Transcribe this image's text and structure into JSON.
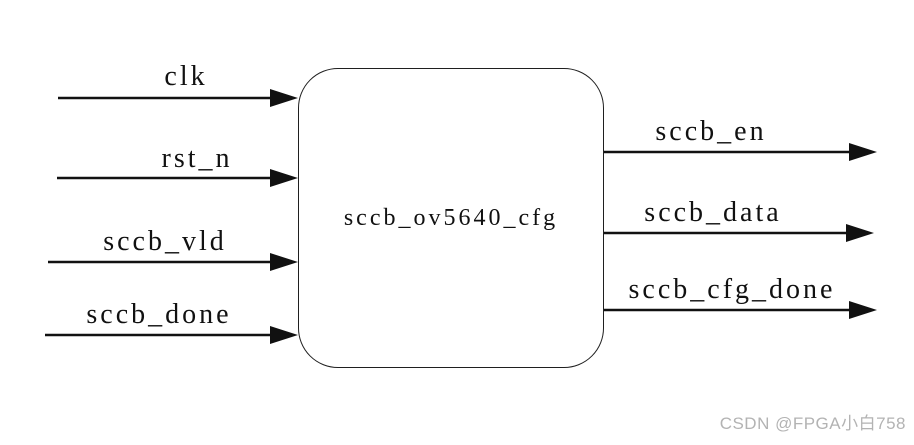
{
  "diagram": {
    "module": {
      "name": "sccb_ov5640_cfg"
    },
    "inputs": [
      {
        "label": "clk"
      },
      {
        "label": "rst_n"
      },
      {
        "label": "sccb_vld"
      },
      {
        "label": "sccb_done"
      }
    ],
    "outputs": [
      {
        "label": "sccb_en"
      },
      {
        "label": "sccb_data"
      },
      {
        "label": "sccb_cfg_done"
      }
    ]
  },
  "watermark": {
    "text": "CSDN @FPGA小白758"
  },
  "colors": {
    "background": "#ffffff",
    "line": "#111111",
    "block_fill": "#ffffff",
    "block_border": "#1f1f1f",
    "watermark": "#b3b3b3"
  }
}
